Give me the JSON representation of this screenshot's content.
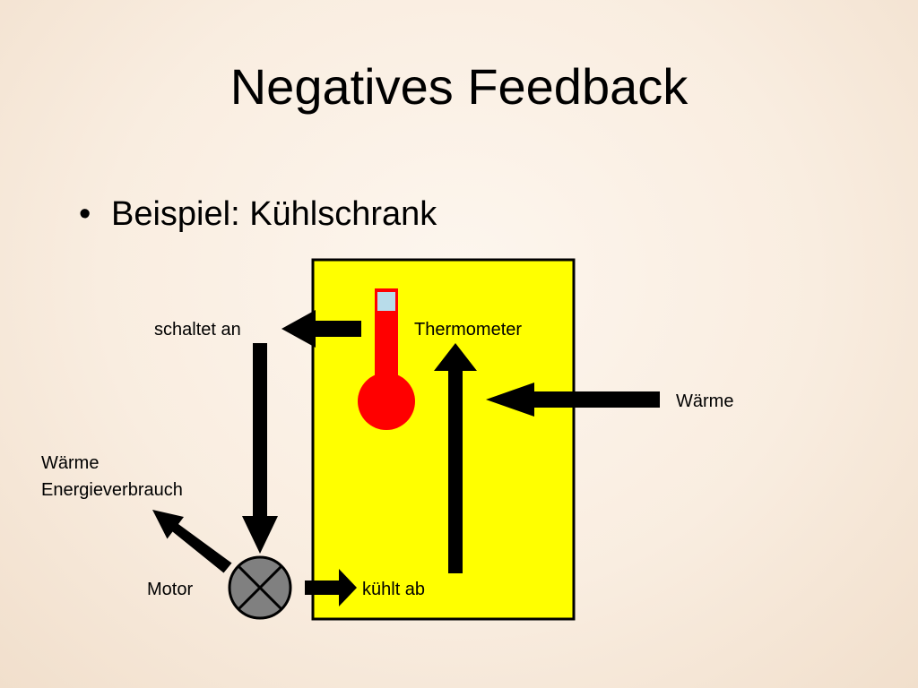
{
  "slide": {
    "title": "Negatives Feedback",
    "bullet": "Beispiel: Kühlschrank"
  },
  "diagram": {
    "labels": {
      "switches_on": "schaltet an",
      "thermometer": "Thermometer",
      "heat_in": "Wärme",
      "heat_out": "Wärme",
      "energy_use": "Energieverbrauch",
      "motor": "Motor",
      "cools": "kühlt ab"
    },
    "colors": {
      "fridge_fill": "#ffff00",
      "thermometer": "#ff0000",
      "thermometer_bulb_top": "#b8dcea",
      "motor_fill": "#808080",
      "arrows": "#000000"
    },
    "icons": {
      "thermometer": "thermometer-icon",
      "motor": "motor-x-circle-icon"
    }
  }
}
